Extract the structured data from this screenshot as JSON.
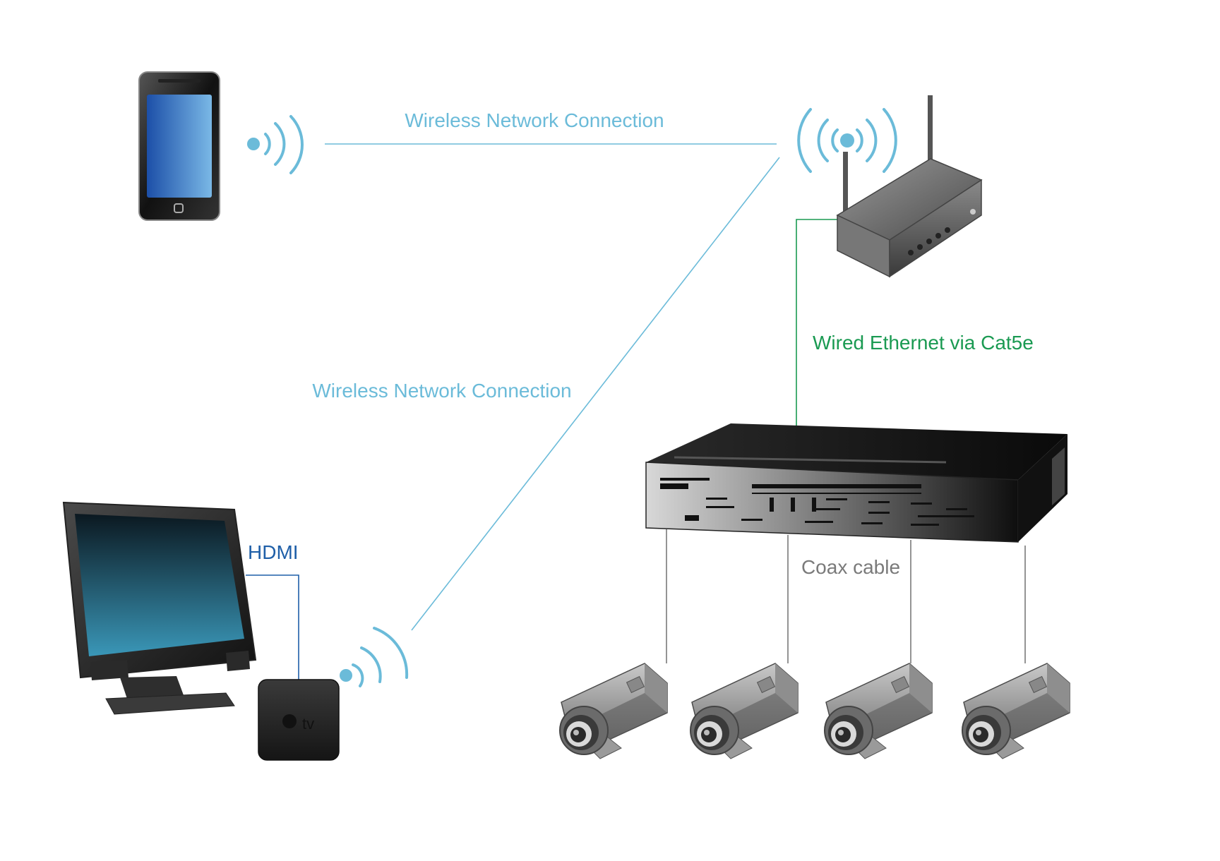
{
  "labels": {
    "wireless_top": "Wireless Network Connection",
    "wireless_diag": "Wireless Network Connection",
    "wired": "Wired Ethernet via Cat5e",
    "hdmi": "HDMI",
    "coax": "Coax cable"
  },
  "colors": {
    "wireless": "#6bbbd9",
    "wired": "#1a9a52",
    "hdmi": "#1f5fa8",
    "coax": "#7a7a7a"
  },
  "devices": {
    "phone": "smartphone-icon",
    "router": "wireless-router-icon",
    "dvr": "dvr-recorder-icon",
    "monitor": "monitor-icon",
    "set_top_box": "apple-tv-icon",
    "cameras": [
      "cctv-camera-icon",
      "cctv-camera-icon",
      "cctv-camera-icon",
      "cctv-camera-icon"
    ]
  }
}
